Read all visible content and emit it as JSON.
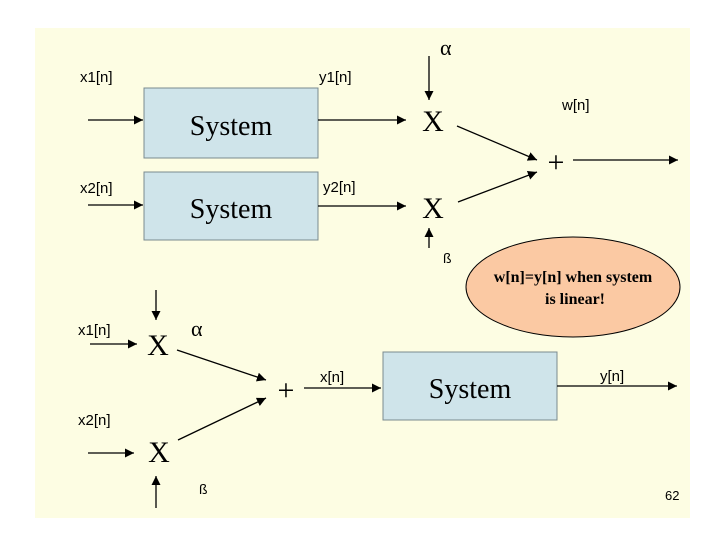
{
  "top": {
    "alpha": "α",
    "beta": "ß",
    "x1_label": "x1[n]",
    "x2_label": "x2[n]",
    "y1_label": "y1[n]",
    "y2_label": "y2[n]",
    "w_label": "w[n]",
    "system1_label": "System",
    "system2_label": "System",
    "mult1_symbol": "X",
    "mult2_symbol": "X",
    "adder_symbol": "+"
  },
  "callout": {
    "line1": "w[n]=y[n] when system",
    "line2": "is linear!"
  },
  "bottom": {
    "x1_label": "x1[n]",
    "x2_label": "x2[n]",
    "alpha": "α",
    "beta": "ß",
    "mult1_symbol": "X",
    "mult2_symbol": "X",
    "adder_symbol": "+",
    "x_label": "x[n]",
    "system_label": "System",
    "y_label": "y[n]"
  },
  "page_number": "62",
  "colors": {
    "slide_background": "#fdfde3",
    "system_box_fill": "#cfe4ea",
    "callout_fill": "#fbc9a3",
    "line": "#000000"
  }
}
